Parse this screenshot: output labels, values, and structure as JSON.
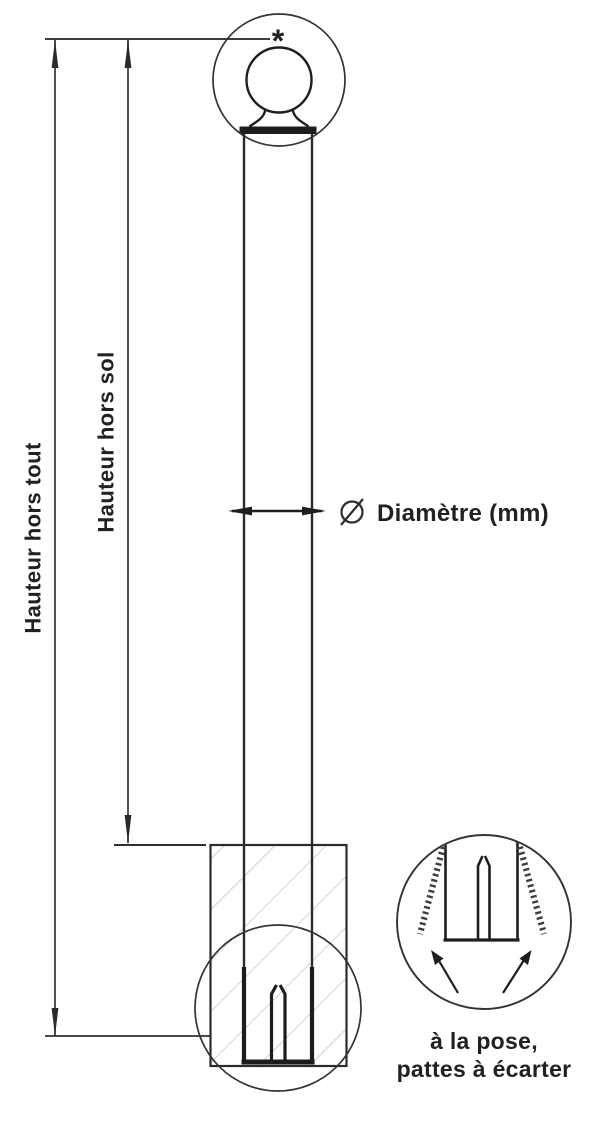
{
  "labels": {
    "hauteur_hors_tout": "Hauteur hors tout",
    "hauteur_hors_sol": "Hauteur hors sol",
    "diametre": "Diamètre (mm)",
    "footnote_marker": "*",
    "note_line1": "à la pose,",
    "note_line2": "pattes à écarter"
  },
  "icons": {
    "diameter_symbol": "circle-with-slash (⌀)",
    "dimension_arrows": "slim-drafting-arrowheads",
    "detail_circles": "magnifier-detail-circles",
    "spread_arrows": "outward-up-arrows"
  },
  "colors": {
    "background": "#ffffff",
    "drawing_line": "#2b2b2b",
    "dimension_line": "#3c3c3c",
    "hatch": "#c3c3c3",
    "text": "#212121"
  }
}
